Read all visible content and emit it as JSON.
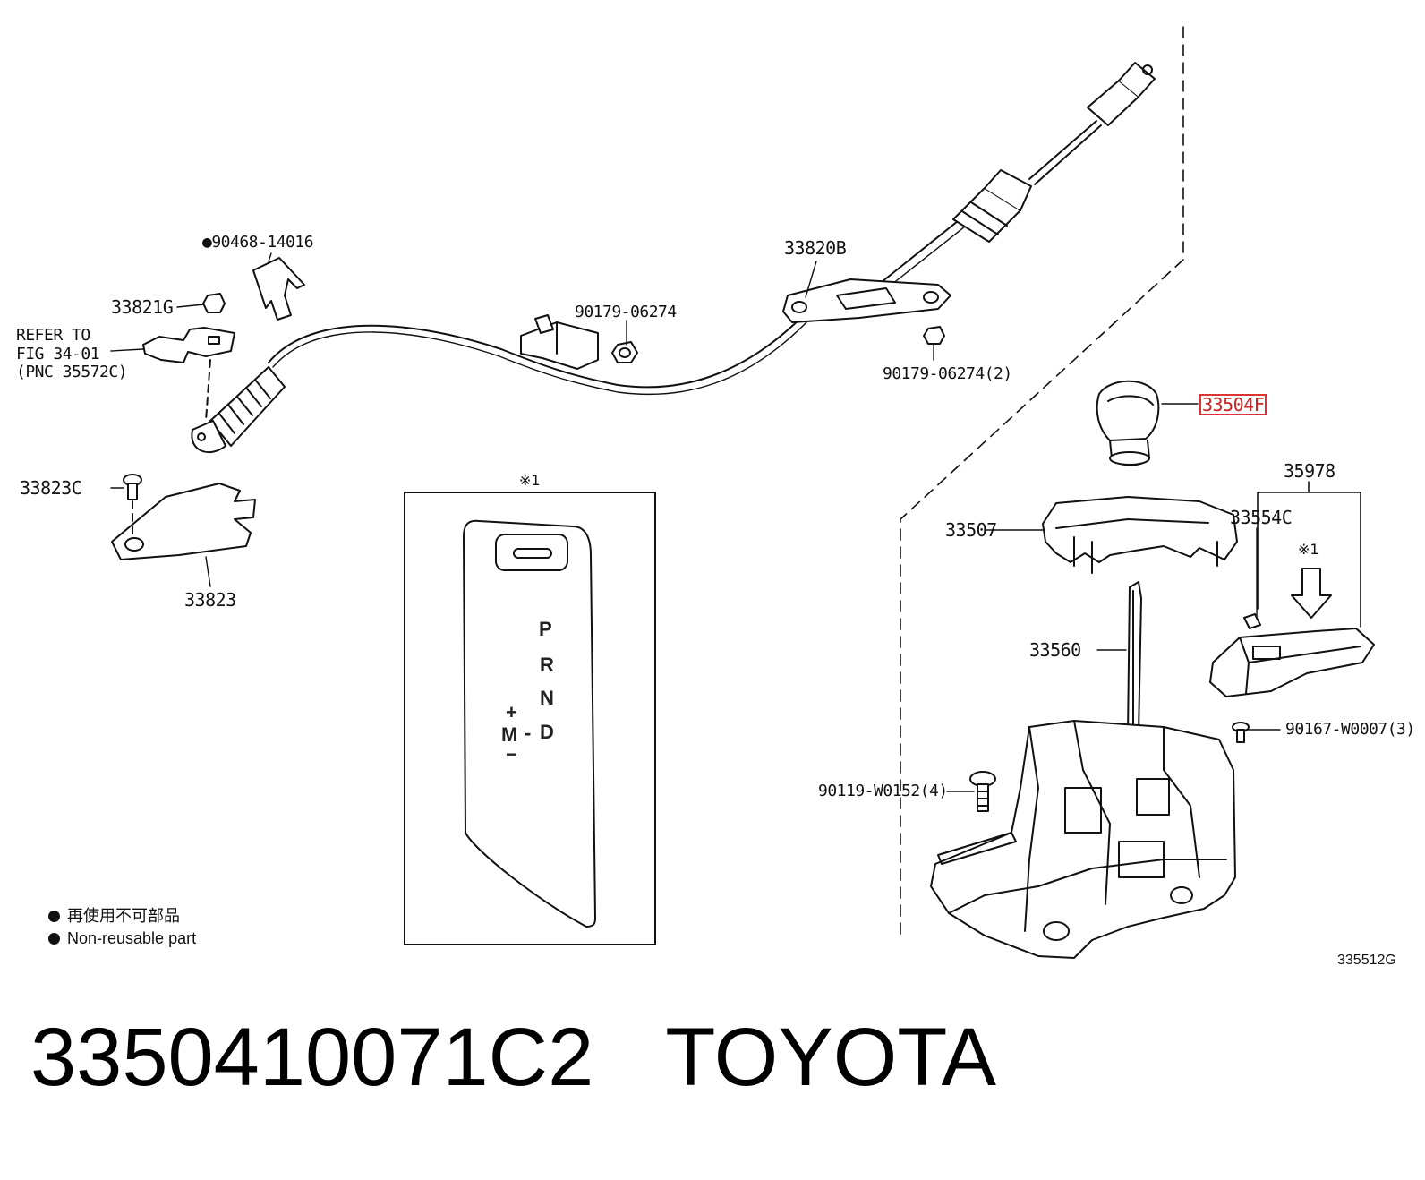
{
  "labels": {
    "p90468": "●90468-14016",
    "p33821G": "33821G",
    "refer": "REFER TO\nFIG 34-01\n(PNC 35572C)",
    "p33820B": "33820B",
    "p90179a": "90179-06274",
    "p90179b": "90179-06274(2)",
    "p33504F": "33504F",
    "p33823C": "33823C",
    "p33823": "33823",
    "p35978": "35978",
    "p33554C": "33554C",
    "p33507": "33507",
    "star1a": "※1",
    "star1b": "※1",
    "p33560": "33560",
    "p90167": "90167-W0007(3)",
    "p90119": "90119-W0152(4)"
  },
  "gear_letters": {
    "p": "P",
    "r": "R",
    "n": "N",
    "d": "D",
    "m": "M",
    "plus": "+",
    "minus": "−",
    "dash": "-"
  },
  "legend": {
    "jp": "再使用不可部品",
    "en": "Non-reusable part"
  },
  "figure_id": "335512G",
  "footer": {
    "part_number": "3350410071C2",
    "brand": "TOYOTA"
  },
  "colors": {
    "line": "#111111",
    "highlight": "#d33333"
  }
}
